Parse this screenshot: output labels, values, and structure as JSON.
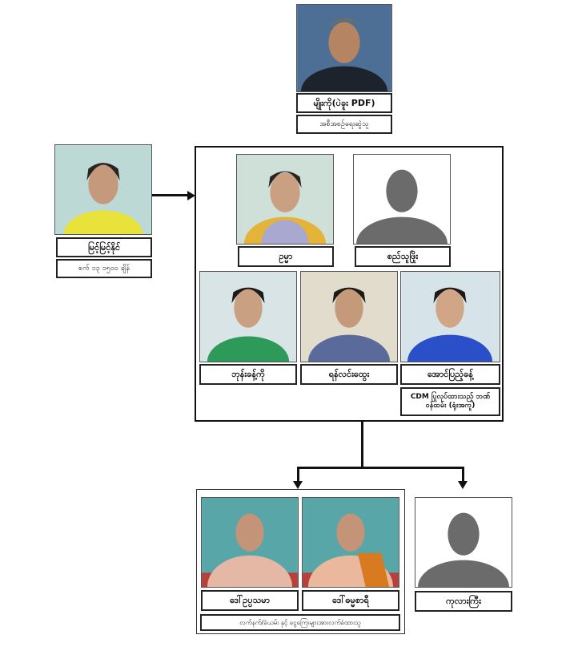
{
  "leader": {
    "name": "မျိုးကို(ပဲခူး PDF)",
    "role": "အစီအစဉ်ရေးဆွဲသူ"
  },
  "left": {
    "name": "မြင့်မြင့်နိုင်",
    "note": "စက် ၁၃ ၁၅၀၀ ချိန်"
  },
  "group": {
    "members": [
      {
        "name": "ဥမ္မာ"
      },
      {
        "name": "စည်သူဖြိုး"
      },
      {
        "name": "ဘုန်းခန့်ကို"
      },
      {
        "name": "ရန်လင်းထွေး"
      },
      {
        "name": "အောင်ပြည့်ခန့်"
      }
    ],
    "note": "CDM ပြုလုပ်ထားသည့် ဘဏ်ဝန်ထမ်း (ရုံးအကူ)"
  },
  "receivers": {
    "members": [
      {
        "name": "ဒေါ်ဥပ္ပသမာ"
      },
      {
        "name": "ဒေါ်ဓမ္မစာရီ"
      }
    ],
    "note": "လက်နက်/ခဲယမ်း နှင့် ငွေကြေးများအားလက်ခံထားသူ"
  },
  "other": {
    "name": "ကုလားကြီး"
  }
}
